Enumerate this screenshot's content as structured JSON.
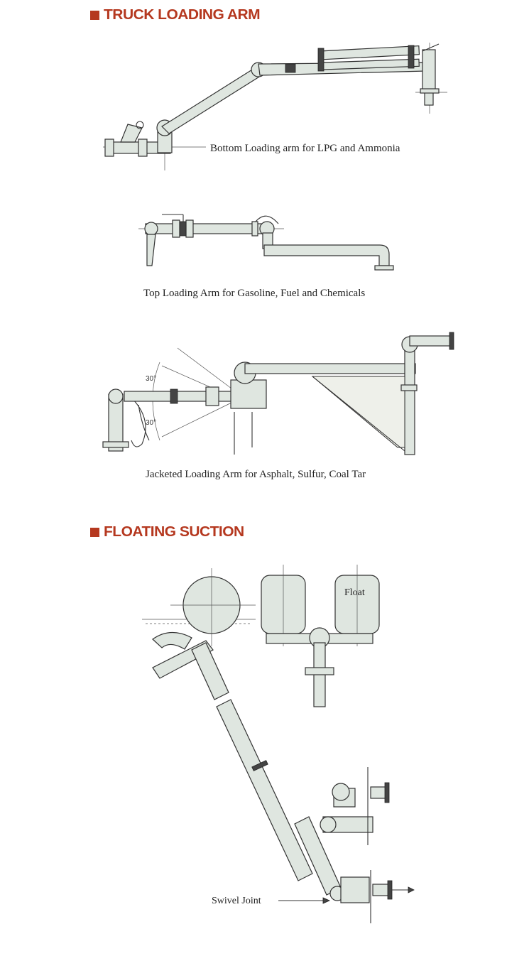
{
  "sections": {
    "truck": {
      "title": "TRUCK LOADING ARM"
    },
    "floating": {
      "title": "FLOATING SUCTION"
    }
  },
  "captions": {
    "bottom": "Bottom Loading arm for LPG and Ammonia",
    "top": "Top Loading Arm for Gasoline, Fuel and Chemicals",
    "jacketed": "Jacketed Loading Arm for Asphalt, Sulfur, Coal Tar"
  },
  "labels": {
    "angle_upper": "30°",
    "angle_lower": "30°",
    "float": "Float",
    "swivel": "Swivel Joint"
  },
  "colors": {
    "accent": "#b5381f",
    "pipe": "#dfe6e0"
  }
}
